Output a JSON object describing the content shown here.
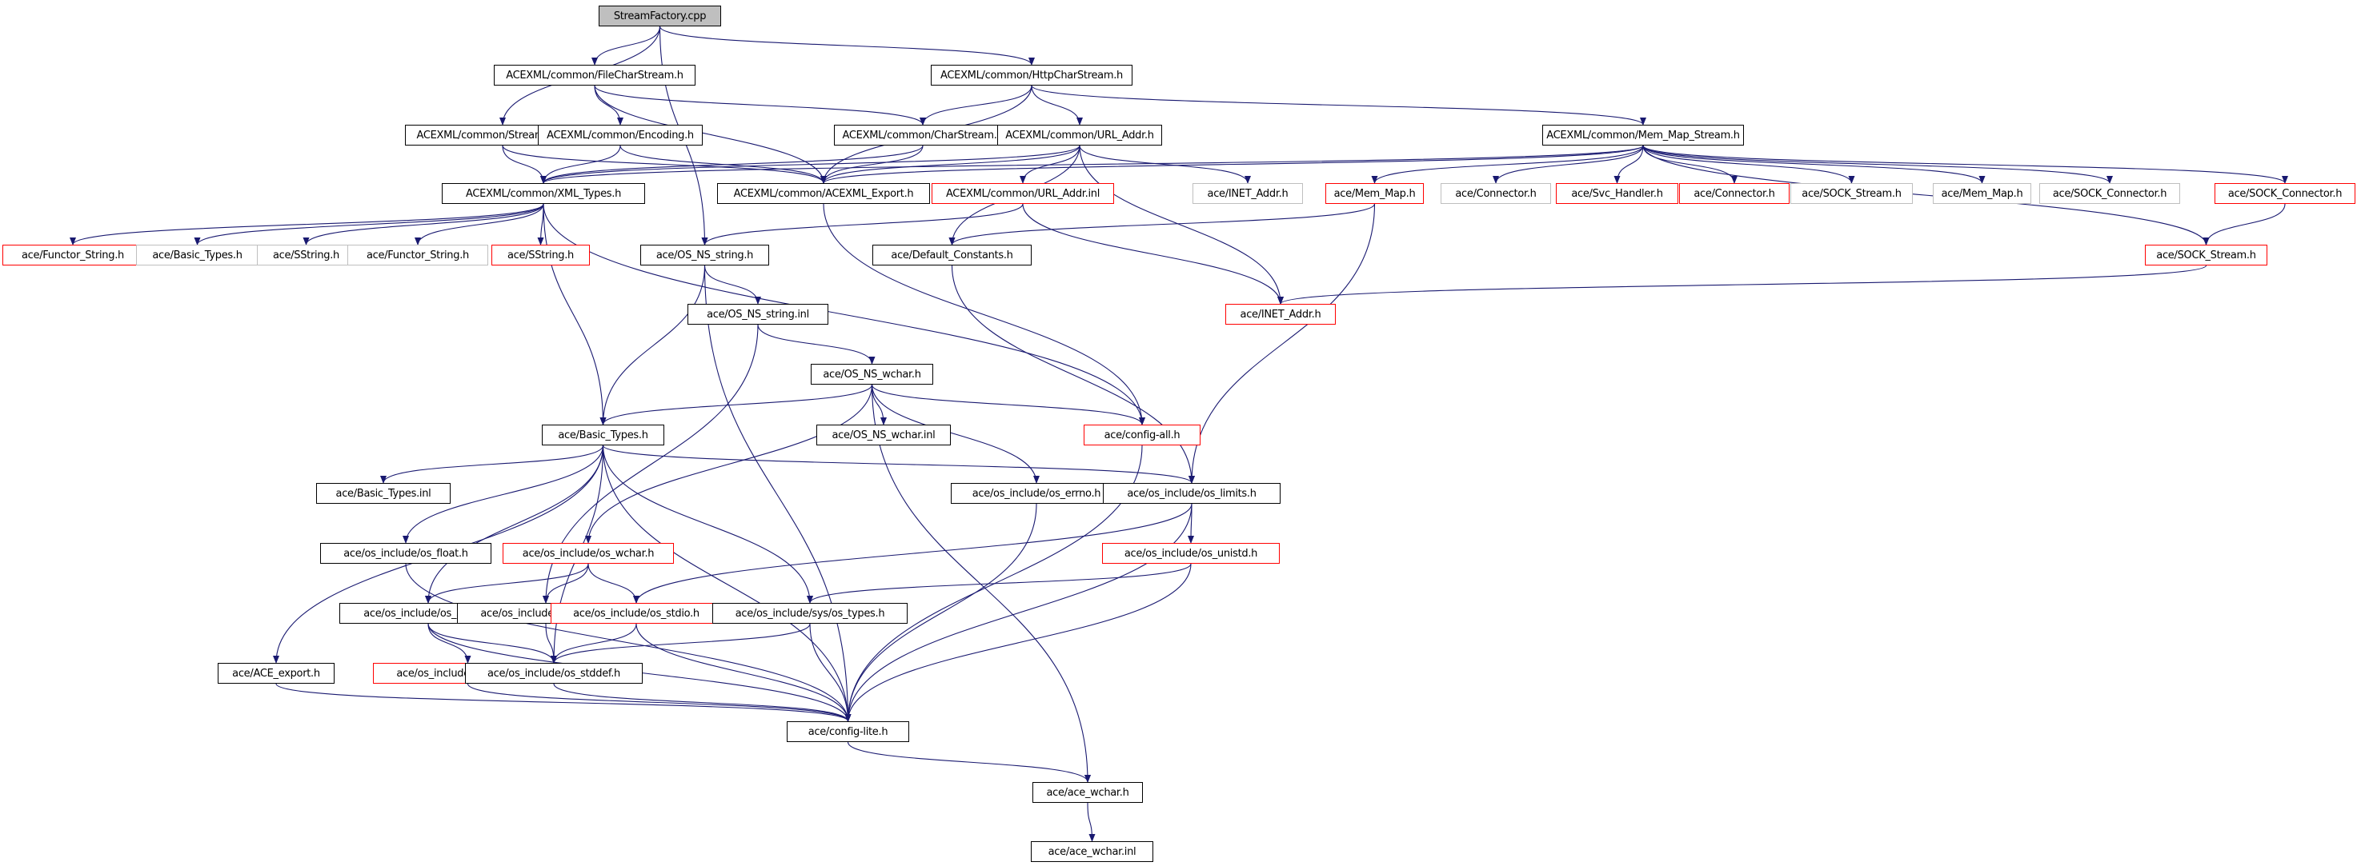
{
  "title": "StreamFactory.cpp include dependency graph",
  "colors": {
    "edge": "#191970",
    "root_fill": "#bfbfbf",
    "normal_border": "#000000",
    "missing_border": "#bfbfbf",
    "truncated_border": "#ff0000"
  },
  "nodes": [
    {
      "id": "streamfactory_cpp",
      "label": "StreamFactory.cpp",
      "kind": "root"
    },
    {
      "id": "filecharstream_h",
      "label": "ACEXML/common/FileCharStream.h",
      "kind": "normal"
    },
    {
      "id": "httpcharstream_h",
      "label": "ACEXML/common/HttpCharStream.h",
      "kind": "normal"
    },
    {
      "id": "streamfactory_h",
      "label": "ACEXML/common/StreamFactory.h",
      "kind": "normal"
    },
    {
      "id": "encoding_h",
      "label": "ACEXML/common/Encoding.h",
      "kind": "normal"
    },
    {
      "id": "charstream_h",
      "label": "ACEXML/common/CharStream.h",
      "kind": "normal"
    },
    {
      "id": "url_addr_h",
      "label": "ACEXML/common/URL_Addr.h",
      "kind": "normal"
    },
    {
      "id": "mem_map_stream_h",
      "label": "ACEXML/common/Mem_Map_Stream.h",
      "kind": "normal"
    },
    {
      "id": "xml_types_h",
      "label": "ACEXML/common/XML_Types.h",
      "kind": "normal"
    },
    {
      "id": "acexml_export_h",
      "label": "ACEXML/common/ACEXML_Export.h",
      "kind": "normal"
    },
    {
      "id": "url_addr_inl",
      "label": "ACEXML/common/URL_Addr.inl",
      "kind": "truncated"
    },
    {
      "id": "inet_addr_h_grey",
      "label": "ace/INET_Addr.h",
      "kind": "missing"
    },
    {
      "id": "mem_map_h_red",
      "label": "ace/Mem_Map.h",
      "kind": "truncated"
    },
    {
      "id": "connector_h_grey",
      "label": "ace/Connector.h",
      "kind": "missing"
    },
    {
      "id": "svc_handler_h",
      "label": "ace/Svc_Handler.h",
      "kind": "truncated"
    },
    {
      "id": "connector_h_red",
      "label": "ace/Connector.h",
      "kind": "truncated"
    },
    {
      "id": "sock_stream_h_grey",
      "label": "ace/SOCK_Stream.h",
      "kind": "missing"
    },
    {
      "id": "mem_map_h_grey",
      "label": "ace/Mem_Map.h",
      "kind": "missing"
    },
    {
      "id": "sock_connector_h_grey",
      "label": "ace/SOCK_Connector.h",
      "kind": "missing"
    },
    {
      "id": "sock_connector_h_red",
      "label": "ace/SOCK_Connector.h",
      "kind": "truncated"
    },
    {
      "id": "functor_string_h_red",
      "label": "ace/Functor_String.h",
      "kind": "truncated"
    },
    {
      "id": "basic_types_h_grey",
      "label": "ace/Basic_Types.h",
      "kind": "missing"
    },
    {
      "id": "sstring_h_grey",
      "label": "ace/SString.h",
      "kind": "missing"
    },
    {
      "id": "functor_string_h_grey",
      "label": "ace/Functor_String.h",
      "kind": "missing"
    },
    {
      "id": "sstring_h_red",
      "label": "ace/SString.h",
      "kind": "truncated"
    },
    {
      "id": "os_ns_string_h",
      "label": "ace/OS_NS_string.h",
      "kind": "normal"
    },
    {
      "id": "default_constants_h",
      "label": "ace/Default_Constants.h",
      "kind": "normal"
    },
    {
      "id": "sock_stream_h_red",
      "label": "ace/SOCK_Stream.h",
      "kind": "truncated"
    },
    {
      "id": "inet_addr_h_red",
      "label": "ace/INET_Addr.h",
      "kind": "truncated"
    },
    {
      "id": "os_ns_string_inl",
      "label": "ace/OS_NS_string.inl",
      "kind": "normal"
    },
    {
      "id": "os_ns_wchar_h",
      "label": "ace/OS_NS_wchar.h",
      "kind": "normal"
    },
    {
      "id": "basic_types_h",
      "label": "ace/Basic_Types.h",
      "kind": "normal"
    },
    {
      "id": "os_ns_wchar_inl",
      "label": "ace/OS_NS_wchar.inl",
      "kind": "normal"
    },
    {
      "id": "config_all_h",
      "label": "ace/config-all.h",
      "kind": "truncated"
    },
    {
      "id": "basic_types_inl",
      "label": "ace/Basic_Types.inl",
      "kind": "normal"
    },
    {
      "id": "os_errno_h",
      "label": "ace/os_include/os_errno.h",
      "kind": "normal"
    },
    {
      "id": "os_limits_h",
      "label": "ace/os_include/os_limits.h",
      "kind": "normal"
    },
    {
      "id": "os_float_h",
      "label": "ace/os_include/os_float.h",
      "kind": "normal"
    },
    {
      "id": "os_wchar_h",
      "label": "ace/os_include/os_wchar.h",
      "kind": "truncated"
    },
    {
      "id": "os_unistd_h",
      "label": "ace/os_include/os_unistd.h",
      "kind": "truncated"
    },
    {
      "id": "os_stdlib_h",
      "label": "ace/os_include/os_stdlib.h",
      "kind": "normal"
    },
    {
      "id": "os_string_h",
      "label": "ace/os_include/os_string.h",
      "kind": "normal"
    },
    {
      "id": "os_stdio_h",
      "label": "ace/os_include/os_stdio.h",
      "kind": "truncated"
    },
    {
      "id": "os_types_h",
      "label": "ace/os_include/sys/os_types.h",
      "kind": "normal"
    },
    {
      "id": "ace_export_h",
      "label": "ace/ACE_export.h",
      "kind": "normal"
    },
    {
      "id": "os_wait_h",
      "label": "ace/os_include/sys/os_wait.h",
      "kind": "truncated"
    },
    {
      "id": "os_stddef_h",
      "label": "ace/os_include/os_stddef.h",
      "kind": "normal"
    },
    {
      "id": "config_lite_h",
      "label": "ace/config-lite.h",
      "kind": "normal"
    },
    {
      "id": "ace_wchar_h",
      "label": "ace/ace_wchar.h",
      "kind": "normal"
    },
    {
      "id": "ace_wchar_inl",
      "label": "ace/ace_wchar.inl",
      "kind": "normal"
    }
  ],
  "edges": [
    [
      "streamfactory_cpp",
      "filecharstream_h"
    ],
    [
      "streamfactory_cpp",
      "httpcharstream_h"
    ],
    [
      "streamfactory_cpp",
      "streamfactory_h"
    ],
    [
      "streamfactory_cpp",
      "os_ns_string_h"
    ],
    [
      "filecharstream_h",
      "encoding_h"
    ],
    [
      "filecharstream_h",
      "charstream_h"
    ],
    [
      "filecharstream_h",
      "acexml_export_h"
    ],
    [
      "httpcharstream_h",
      "charstream_h"
    ],
    [
      "httpcharstream_h",
      "url_addr_h"
    ],
    [
      "httpcharstream_h",
      "mem_map_stream_h"
    ],
    [
      "httpcharstream_h",
      "acexml_export_h"
    ],
    [
      "streamfactory_h",
      "xml_types_h"
    ],
    [
      "streamfactory_h",
      "acexml_export_h"
    ],
    [
      "encoding_h",
      "xml_types_h"
    ],
    [
      "encoding_h",
      "acexml_export_h"
    ],
    [
      "charstream_h",
      "xml_types_h"
    ],
    [
      "charstream_h",
      "acexml_export_h"
    ],
    [
      "url_addr_h",
      "xml_types_h"
    ],
    [
      "url_addr_h",
      "acexml_export_h"
    ],
    [
      "url_addr_h",
      "url_addr_inl"
    ],
    [
      "url_addr_h",
      "inet_addr_h_grey"
    ],
    [
      "url_addr_h",
      "default_constants_h"
    ],
    [
      "url_addr_h",
      "inet_addr_h_red"
    ],
    [
      "mem_map_stream_h",
      "xml_types_h"
    ],
    [
      "mem_map_stream_h",
      "acexml_export_h"
    ],
    [
      "mem_map_stream_h",
      "mem_map_h_red"
    ],
    [
      "mem_map_stream_h",
      "connector_h_grey"
    ],
    [
      "mem_map_stream_h",
      "svc_handler_h"
    ],
    [
      "mem_map_stream_h",
      "connector_h_red"
    ],
    [
      "mem_map_stream_h",
      "sock_stream_h_grey"
    ],
    [
      "mem_map_stream_h",
      "mem_map_h_grey"
    ],
    [
      "mem_map_stream_h",
      "sock_connector_h_grey"
    ],
    [
      "mem_map_stream_h",
      "sock_connector_h_red"
    ],
    [
      "mem_map_stream_h",
      "sock_stream_h_red"
    ],
    [
      "xml_types_h",
      "functor_string_h_red"
    ],
    [
      "xml_types_h",
      "basic_types_h_grey"
    ],
    [
      "xml_types_h",
      "sstring_h_grey"
    ],
    [
      "xml_types_h",
      "functor_string_h_grey"
    ],
    [
      "xml_types_h",
      "sstring_h_red"
    ],
    [
      "xml_types_h",
      "basic_types_h"
    ],
    [
      "xml_types_h",
      "config_all_h"
    ],
    [
      "acexml_export_h",
      "config_all_h"
    ],
    [
      "url_addr_inl",
      "os_ns_string_h"
    ],
    [
      "url_addr_inl",
      "inet_addr_h_red"
    ],
    [
      "mem_map_h_red",
      "default_constants_h"
    ],
    [
      "mem_map_h_red",
      "os_limits_h"
    ],
    [
      "sock_connector_h_red",
      "sock_stream_h_red"
    ],
    [
      "sock_stream_h_red",
      "inet_addr_h_red"
    ],
    [
      "default_constants_h",
      "os_limits_h"
    ],
    [
      "os_ns_string_h",
      "os_ns_string_inl"
    ],
    [
      "os_ns_string_h",
      "basic_types_h"
    ],
    [
      "os_ns_string_h",
      "config_lite_h"
    ],
    [
      "os_ns_string_inl",
      "os_ns_wchar_h"
    ],
    [
      "os_ns_string_inl",
      "os_string_h"
    ],
    [
      "os_ns_wchar_h",
      "basic_types_h"
    ],
    [
      "os_ns_wchar_h",
      "os_ns_wchar_inl"
    ],
    [
      "os_ns_wchar_h",
      "config_all_h"
    ],
    [
      "os_ns_wchar_h",
      "os_errno_h"
    ],
    [
      "os_ns_wchar_h",
      "os_wchar_h"
    ],
    [
      "os_ns_wchar_h",
      "ace_wchar_h"
    ],
    [
      "basic_types_h",
      "basic_types_inl"
    ],
    [
      "basic_types_h",
      "os_limits_h"
    ],
    [
      "basic_types_h",
      "os_float_h"
    ],
    [
      "basic_types_h",
      "os_stdlib_h"
    ],
    [
      "basic_types_h",
      "os_types_h"
    ],
    [
      "basic_types_h",
      "os_stddef_h"
    ],
    [
      "basic_types_h",
      "ace_export_h"
    ],
    [
      "basic_types_h",
      "config_lite_h"
    ],
    [
      "config_all_h",
      "config_lite_h"
    ],
    [
      "os_errno_h",
      "config_lite_h"
    ],
    [
      "os_limits_h",
      "os_unistd_h"
    ],
    [
      "os_limits_h",
      "os_stdio_h"
    ],
    [
      "os_limits_h",
      "config_lite_h"
    ],
    [
      "os_float_h",
      "config_lite_h"
    ],
    [
      "os_wchar_h",
      "os_stdlib_h"
    ],
    [
      "os_wchar_h",
      "os_string_h"
    ],
    [
      "os_wchar_h",
      "os_stdio_h"
    ],
    [
      "os_unistd_h",
      "os_types_h"
    ],
    [
      "os_unistd_h",
      "config_lite_h"
    ],
    [
      "os_stdlib_h",
      "os_wait_h"
    ],
    [
      "os_stdlib_h",
      "os_stddef_h"
    ],
    [
      "os_stdlib_h",
      "config_lite_h"
    ],
    [
      "os_string_h",
      "os_stddef_h"
    ],
    [
      "os_stdio_h",
      "os_stddef_h"
    ],
    [
      "os_stdio_h",
      "config_lite_h"
    ],
    [
      "os_types_h",
      "os_stddef_h"
    ],
    [
      "os_types_h",
      "config_lite_h"
    ],
    [
      "ace_export_h",
      "config_lite_h"
    ],
    [
      "os_wait_h",
      "config_lite_h"
    ],
    [
      "os_stddef_h",
      "config_lite_h"
    ],
    [
      "config_lite_h",
      "ace_wchar_h"
    ],
    [
      "ace_wchar_h",
      "ace_wchar_inl"
    ]
  ]
}
